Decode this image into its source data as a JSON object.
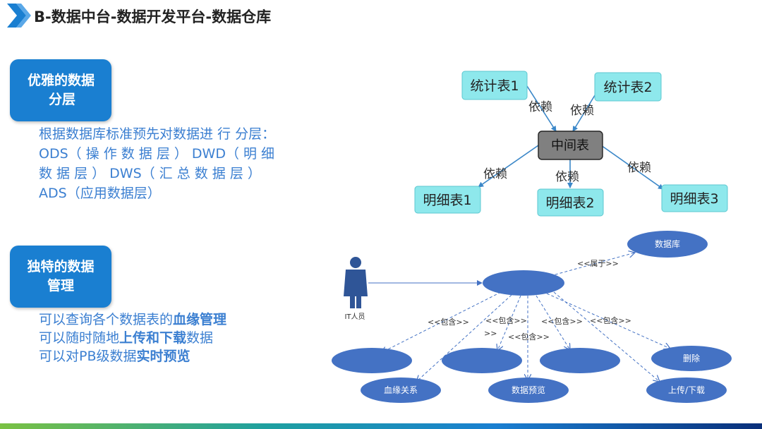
{
  "header": {
    "title": "B-数据中台-数据开发平台-数据仓库"
  },
  "left": {
    "badge1": "优雅的数据分层",
    "badge1_line1": "优雅的数据",
    "badge1_line2": "分层",
    "desc1": "根据数据库标准预先对数据进 行 分层： ODS（ 操 作 数 据 层 ） DWD（ 明 细 数 据 层 ） DWS（ 汇 总 数 据 层 ） ADS（应用数据层）",
    "badge2_line1": "独特的数据",
    "badge2_line2": "管理",
    "lines": [
      {
        "pre": "可以查询各个数据表的",
        "bold": "血缘管理",
        "post": ""
      },
      {
        "pre": "可以随时随地",
        "bold": "上传和下载",
        "post": "数据"
      },
      {
        "pre": "可以对PB级数据",
        "bold": "实时预览",
        "post": ""
      }
    ]
  },
  "dependency_diagram": {
    "stat1": "统计表1",
    "stat2": "统计表2",
    "middle": "中间表",
    "detail1": "明细表1",
    "detail2": "明细表2",
    "detail3": "明细表3",
    "edge_label": "依赖"
  },
  "usecase_diagram": {
    "actor": "IT人员",
    "database": "数据库",
    "belongs": "<<属于>>",
    "include": "<<包含>>",
    "lineage": "血缘关系",
    "preview": "数据预览",
    "delete": "删除",
    "upload": "上传/下载"
  },
  "colors": {
    "accent_blue": "#1a7fd1",
    "cyan_box": "#8ee8ec",
    "ellipse": "#4472c4",
    "middle_box": "#808080"
  }
}
